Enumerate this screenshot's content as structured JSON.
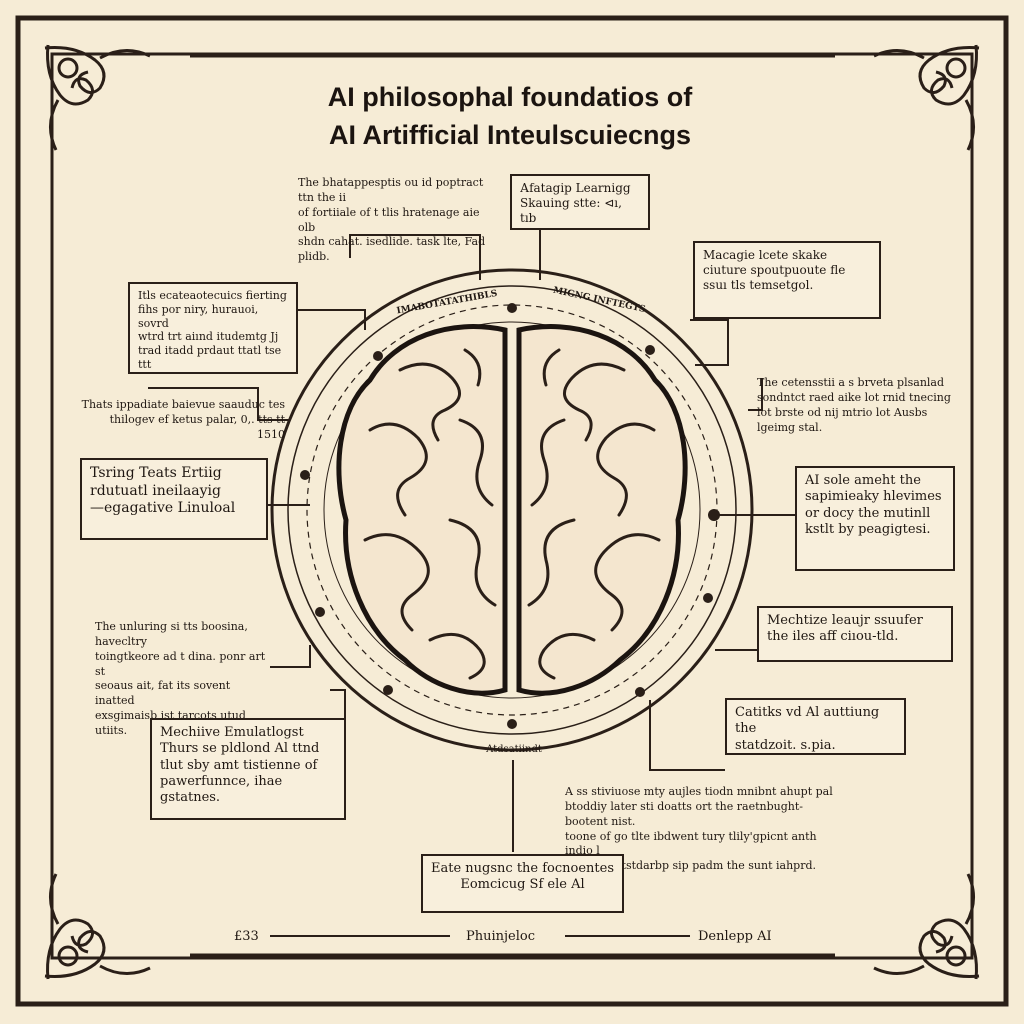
{
  "title": {
    "line1": "AI philosophal foundatios of",
    "line2": "AI Artifficial Inteulscuiecngs"
  },
  "callouts": {
    "top_center": "Аfatagip Learnigg\nSkauing stte: ⊲ı, tıb",
    "top_right": "Macagie lcete skake\nciuture spoutpuoute fle\nssuı tls temsetgol.",
    "upper_left": "Itls ecateaotecuics fierting\nfihs por niry, hurauoi, sovrd\nwtrd trt aiınd itudemtg Jj\ntrad itadd prdaut ttatl tse ttt",
    "middle_left": "Tsring Teats Ertiig\nrdutuatl ineilaayig\n—egagative Linuloal",
    "middle_right": "AI sole ameht the\nsapimieaky hlevimes\nor docy the mutinll\nkstlt by peagigtesi.",
    "lower_right_1": "Mechtize leaujr ssuufer\nthe iles aff ciıou-tld.",
    "lower_right_2": "Catitks vd Al auttiung the\nstatdzoit. s.pia.",
    "lower_left": "Mechiive Emulatlogst\nThurs se pldlond Al ttnd\ntlut sby amt tistienne of\npawerfunnce, ihae gstatnes.",
    "bottom_center": "Eate nugsnc the focnoentes\nEomcicug Sf ele Al"
  },
  "notes": {
    "top": "The bhatappesptis ou id poptract ttn the ii\nof fortiiale of t tlis hratenage aie olb\nshdn cahat. isedlide. task lte, Fad plidb.",
    "left_1": "Thats ippadiate baievue saauduc tes\nthilogev ef ketus palar, 0,. tts tt\n1510",
    "left_2": "The unluring si tts boosina, havecltry\ntoingtkeore ad t dina. ponr art st\nseoaus ait, fat its sovent inatted\nexsgimaisb ist tarcots utud utiits.",
    "right_1": "The cetensstii a s brveta plsanlad\nsondntct raed aike lot rnid tnecing\nlot brste od nij mtrio lot Ausbs\nlgeimg stal.",
    "bottom": "A ss stiviuose mty aujles tiodn mnibnt ahupt pal\nbtoddiy later sti doatts ort the raetnbught-bootent nist.\ntoone of go tlte ibdwent tury tlily'gpicnt anth indio l\nled and ratstdarbp sip padm the sunt iahprd."
  },
  "ring_labels": {
    "top_left": "IMABOTATATHIBLS",
    "top_right": "MIGNG INFTEGTS",
    "bottom": "Atdsatiindt"
  },
  "footer": {
    "left": "£33",
    "center": "Phuinjeloc",
    "right": "Denlepp AI"
  },
  "colors": {
    "paper": "#f6ecd6",
    "ink": "#1f1712",
    "frame": "#2a1f18"
  }
}
